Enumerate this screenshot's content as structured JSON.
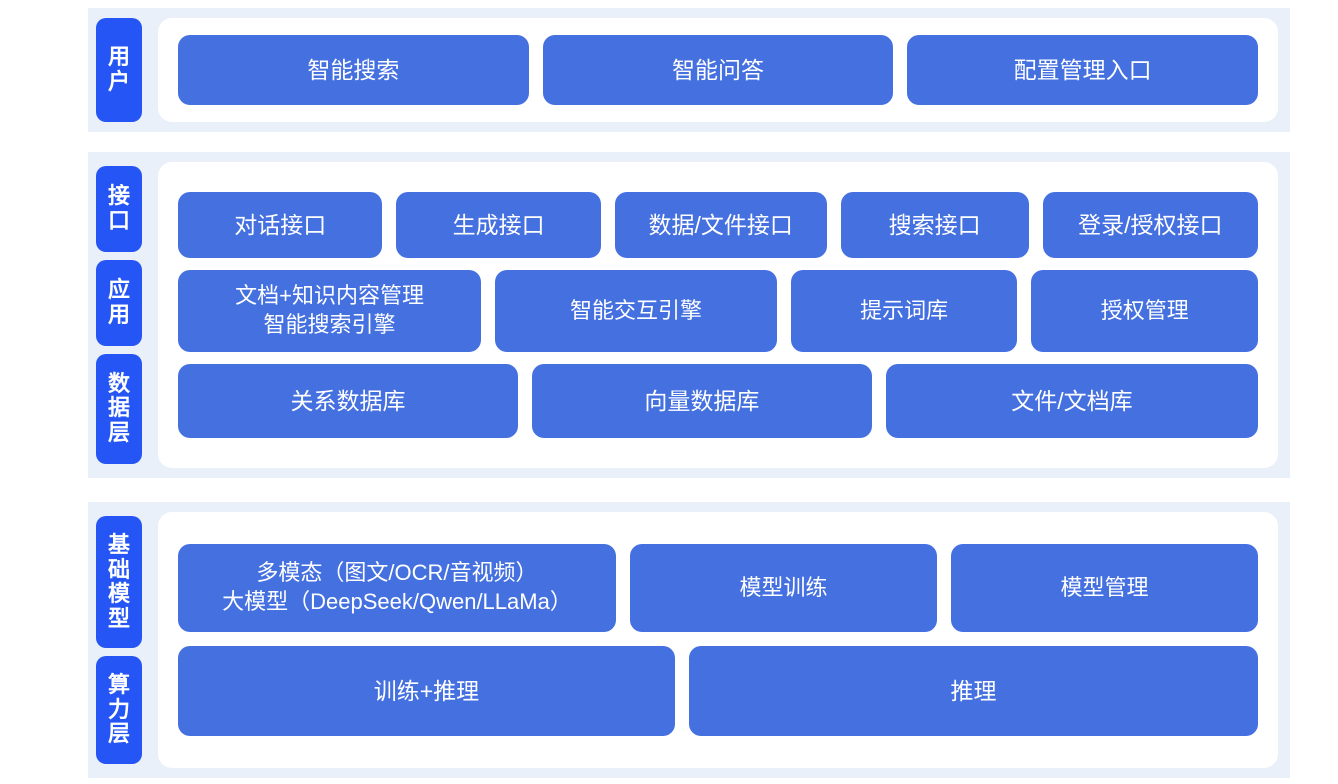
{
  "colors": {
    "page_background": "#ffffff",
    "band_background": "#eaf0f9",
    "panel_background": "#ffffff",
    "tab_blue": "#2556f5",
    "cell_blue": "#4570e0",
    "text_on_blue": "#ffffff"
  },
  "bands": [
    {
      "id": "user",
      "tabs": [
        {
          "label": "用户"
        }
      ],
      "rows": [
        {
          "id": "user-entries",
          "cells": [
            {
              "label": "智能搜索"
            },
            {
              "label": "智能问答"
            },
            {
              "label": "配置管理入口"
            }
          ]
        }
      ]
    },
    {
      "id": "middle",
      "tabs": [
        {
          "label": "接口"
        },
        {
          "label": "应用"
        },
        {
          "label": "数据层"
        }
      ],
      "rows": [
        {
          "id": "interface",
          "cells": [
            {
              "label": "对话接口",
              "flex": 1.04
            },
            {
              "label": "生成接口",
              "flex": 1.04
            },
            {
              "label": "数据/文件接口",
              "flex": 1.08
            },
            {
              "label": "搜索接口",
              "flex": 0.95
            },
            {
              "label": "登录/授权接口",
              "flex": 1.1
            }
          ]
        },
        {
          "id": "application",
          "cells": [
            {
              "label": "文档+知识内容管理\n智能搜索引擎",
              "flex": 1.35
            },
            {
              "label": "智能交互引擎",
              "flex": 1.25
            },
            {
              "label": "提示词库",
              "flex": 0.99
            },
            {
              "label": "授权管理",
              "flex": 0.99
            }
          ]
        },
        {
          "id": "data",
          "cells": [
            {
              "label": "关系数据库",
              "flex": 1
            },
            {
              "label": "向量数据库",
              "flex": 1
            },
            {
              "label": "文件/文档库",
              "flex": 1.1
            }
          ]
        }
      ]
    },
    {
      "id": "base",
      "tabs": [
        {
          "label": "基础模型"
        },
        {
          "label": "算力层"
        }
      ],
      "rows": [
        {
          "id": "model",
          "cells": [
            {
              "label": "多模态（图文/OCR/音视频）\n大模型（DeepSeek/Qwen/LLaMa）",
              "flex": 1.45
            },
            {
              "label": "模型训练",
              "flex": 1
            },
            {
              "label": "模型管理",
              "flex": 1
            }
          ]
        },
        {
          "id": "compute",
          "cells": [
            {
              "label": "训练+推理",
              "flex": 1
            },
            {
              "label": "推理",
              "flex": 1.15
            }
          ]
        }
      ]
    }
  ]
}
